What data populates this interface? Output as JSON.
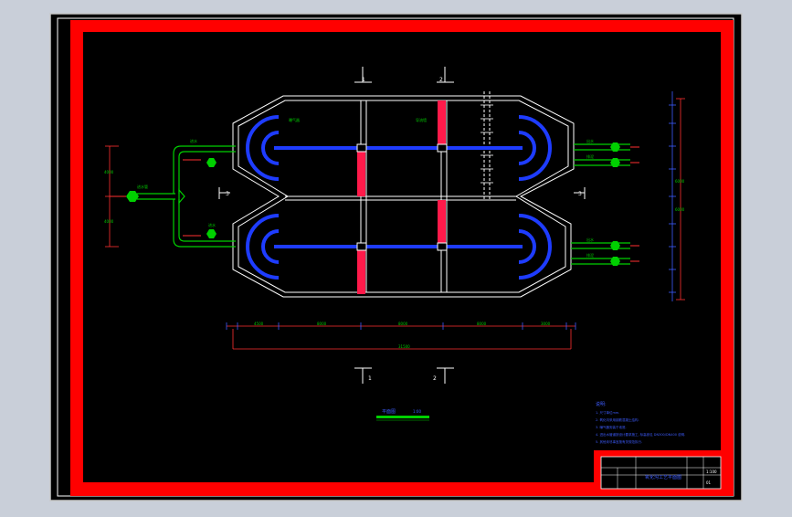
{
  "colors": {
    "background": "#c9cfd9",
    "sheet": "#000000",
    "border": "#ff0000",
    "outline": "#ffffff",
    "aerator": "#1e3cff",
    "baffle": "#ff1a4a",
    "pipe": "#00d000",
    "dimension": "#ff3030",
    "label": "#00cc00",
    "notes": "#3d5cff"
  },
  "section_markers": {
    "top_left": "1",
    "top_right": "2",
    "bottom_left": "1",
    "bottom_right": "2",
    "left": "3",
    "right": "3"
  },
  "drawing_title": {
    "text": "平面图",
    "scale": "1:00"
  },
  "tags": {
    "aerator": "曝气器",
    "baffle": "导流墙",
    "inlet_main": "进水管",
    "inlet_upper": "进水",
    "inlet_lower": "进水",
    "outlet_upper_1": "出水",
    "outlet_upper_2": "排泥",
    "outlet_lower_1": "出水",
    "outlet_lower_2": "排泥"
  },
  "dimensions": {
    "bottom_segments": [
      "4500",
      "8000",
      "8000",
      "8000",
      "3000"
    ],
    "bottom_total": "31500",
    "left_upper": "4000",
    "left_lower": "4000",
    "right_upper": "6000",
    "right_lower": "6000"
  },
  "notes": {
    "heading": "说明:",
    "items": [
      "1. 尺寸单位mm.",
      "2. 氧化沟采用钢筋混凝土结构.",
      "3. 曝气器安装于池底.",
      "4. 进出水管道按设计要求施工, 标高参见 DN300/DN400 说明.",
      "5. 其他未尽事宜按有关规范执行."
    ]
  },
  "title_block": {
    "drawing_name": "氧化沟工艺平面图",
    "scale": "1:100",
    "sheet": "01"
  }
}
